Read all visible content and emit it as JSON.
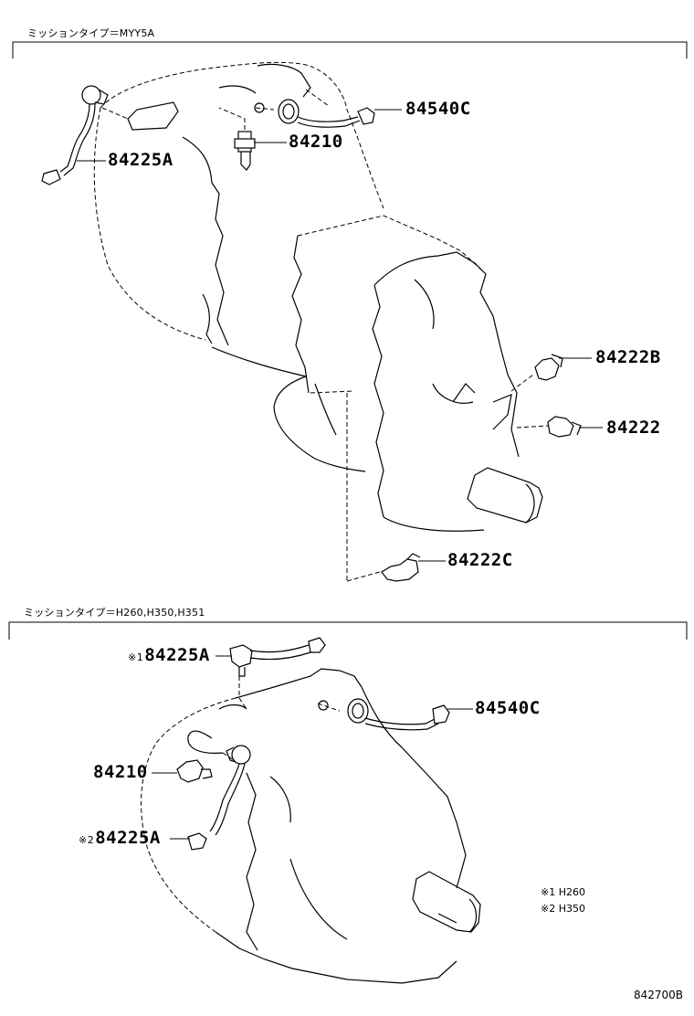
{
  "sections": [
    {
      "title": "ミッションタイプ＝MYY5A",
      "parts": [
        {
          "prefix": "",
          "number": "84540C"
        },
        {
          "prefix": "",
          "number": "84210"
        },
        {
          "prefix": "",
          "number": "84225A"
        },
        {
          "prefix": "",
          "number": "84222B"
        },
        {
          "prefix": "",
          "number": "84222"
        },
        {
          "prefix": "",
          "number": "84222C"
        }
      ]
    },
    {
      "title": "ミッションタイプ＝H260,H350,H351",
      "parts": [
        {
          "prefix": "※1",
          "number": "84225A"
        },
        {
          "prefix": "",
          "number": "84540C"
        },
        {
          "prefix": "",
          "number": "84210"
        },
        {
          "prefix": "※2",
          "number": "84225A"
        }
      ],
      "notes": [
        {
          "mark": "※1",
          "text": "H260"
        },
        {
          "mark": "※2",
          "text": "H350"
        }
      ]
    }
  ],
  "diagram_id": "842700B"
}
